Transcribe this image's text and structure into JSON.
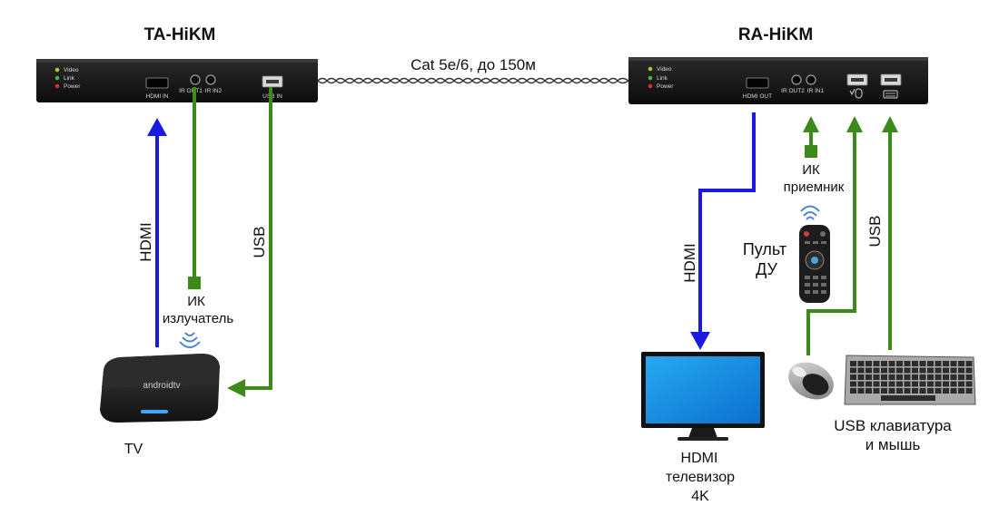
{
  "transmitter": {
    "title": "TA-HiKM",
    "leds": [
      "Video",
      "Link",
      "Power"
    ],
    "ports": [
      "HDMI IN",
      "IR OUT1",
      "IR IN2",
      "USB IN"
    ]
  },
  "receiver": {
    "title": "RA-HiKM",
    "leds": [
      "Video",
      "Link",
      "Power"
    ],
    "ports": [
      "HDMI OUT",
      "IR OUT2",
      "IR IN1"
    ]
  },
  "cable": {
    "label": "Cat 5e/6, до 150м"
  },
  "left_links": {
    "hdmi": "HDMI",
    "usb": "USB",
    "ir": [
      "ИК",
      "излучатель"
    ]
  },
  "right_links": {
    "hdmi": "HDMI",
    "usb": "USB",
    "ir": [
      "ИК",
      "приемник"
    ],
    "remote": [
      "Пульт",
      "ДУ"
    ]
  },
  "devices": {
    "tvbox_brand": "androidtv",
    "tvbox_caption": "TV",
    "monitor_caption": [
      "HDMI",
      "телевизор",
      "4K"
    ],
    "kbm_caption": [
      "USB клавиатура",
      "и мышь"
    ]
  },
  "colors": {
    "hdmi": "#1a1ae0",
    "usb_ir": "#3c8a1a",
    "box": "#111111"
  }
}
